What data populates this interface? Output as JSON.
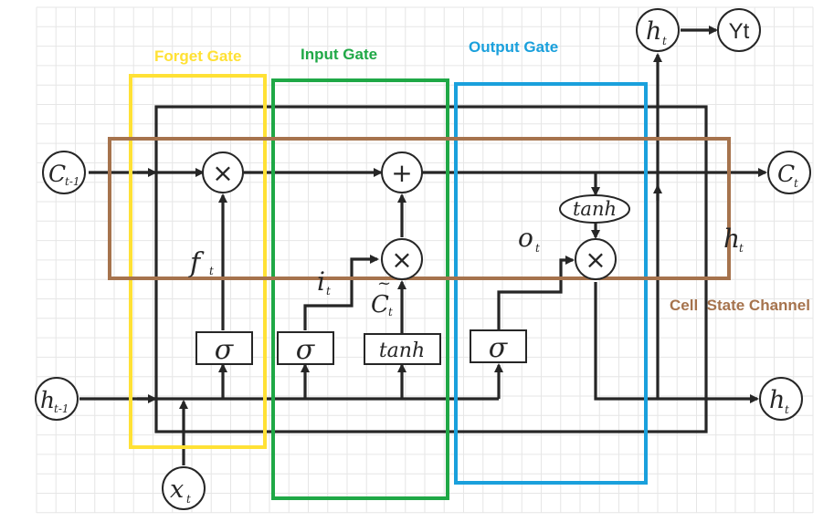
{
  "colors": {
    "forget_gate": "#ffe135",
    "input_gate": "#1fa846",
    "output_gate": "#1aa0dc",
    "cell_state": "#a6734d",
    "line": "#262626",
    "grid": "#e6e6e6"
  },
  "gates": {
    "forget": {
      "label": "Forget Gate"
    },
    "input": {
      "label": "Input Gate"
    },
    "output": {
      "label": "Output Gate"
    },
    "cell_state": {
      "label": "Cell  State Channel"
    }
  },
  "nodes": {
    "c_prev": {
      "main": "C",
      "sub": "t-1"
    },
    "h_prev": {
      "main": "h",
      "sub": "t-1"
    },
    "x_t": {
      "main": "x",
      "sub": "t"
    },
    "c_t": {
      "main": "C",
      "sub": "t"
    },
    "h_t_right": {
      "main": "h",
      "sub": "t"
    },
    "h_t_top": {
      "main": "h",
      "sub": "t"
    },
    "y_t": {
      "main": "Yt"
    }
  },
  "operators": {
    "multiply": "×",
    "add": "+",
    "sigma": "σ",
    "tanh": "tanh"
  },
  "signals": {
    "f_t": {
      "main": "f",
      "sub": "t"
    },
    "i_t": {
      "main": "i",
      "sub": "t"
    },
    "c_tilde": {
      "main": "C",
      "sub": "t",
      "mark": "~"
    },
    "o_t": {
      "main": "o",
      "sub": "t"
    },
    "h_t_inner": {
      "main": "h",
      "sub": "t"
    }
  }
}
